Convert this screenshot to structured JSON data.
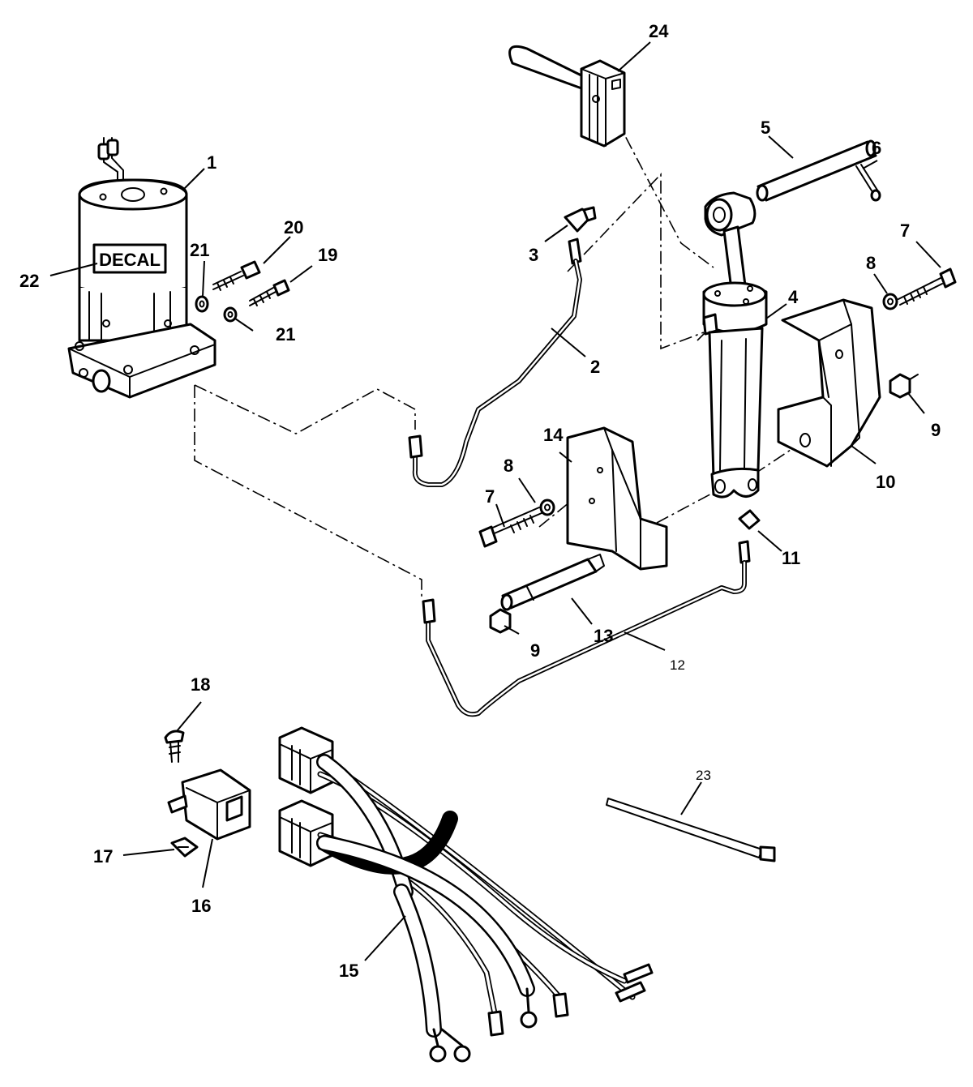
{
  "decal_text": "DECAL",
  "callouts": [
    {
      "id": "c1",
      "text": "1"
    },
    {
      "id": "c2",
      "text": "2"
    },
    {
      "id": "c3",
      "text": "3"
    },
    {
      "id": "c4",
      "text": "4"
    },
    {
      "id": "c5",
      "text": "5"
    },
    {
      "id": "c6",
      "text": "6"
    },
    {
      "id": "c7a",
      "text": "7"
    },
    {
      "id": "c7b",
      "text": "7"
    },
    {
      "id": "c8a",
      "text": "8"
    },
    {
      "id": "c8b",
      "text": "8"
    },
    {
      "id": "c9a",
      "text": "9"
    },
    {
      "id": "c9b",
      "text": "9"
    },
    {
      "id": "c10",
      "text": "10"
    },
    {
      "id": "c11",
      "text": "11"
    },
    {
      "id": "c12",
      "text": "12"
    },
    {
      "id": "c13",
      "text": "13"
    },
    {
      "id": "c14",
      "text": "14"
    },
    {
      "id": "c15",
      "text": "15"
    },
    {
      "id": "c16",
      "text": "16"
    },
    {
      "id": "c17",
      "text": "17"
    },
    {
      "id": "c18",
      "text": "18"
    },
    {
      "id": "c19",
      "text": "19"
    },
    {
      "id": "c20",
      "text": "20"
    },
    {
      "id": "c21a",
      "text": "21"
    },
    {
      "id": "c21b",
      "text": "21"
    },
    {
      "id": "c22",
      "text": "22"
    },
    {
      "id": "c23",
      "text": "23"
    },
    {
      "id": "c24",
      "text": "24"
    }
  ]
}
